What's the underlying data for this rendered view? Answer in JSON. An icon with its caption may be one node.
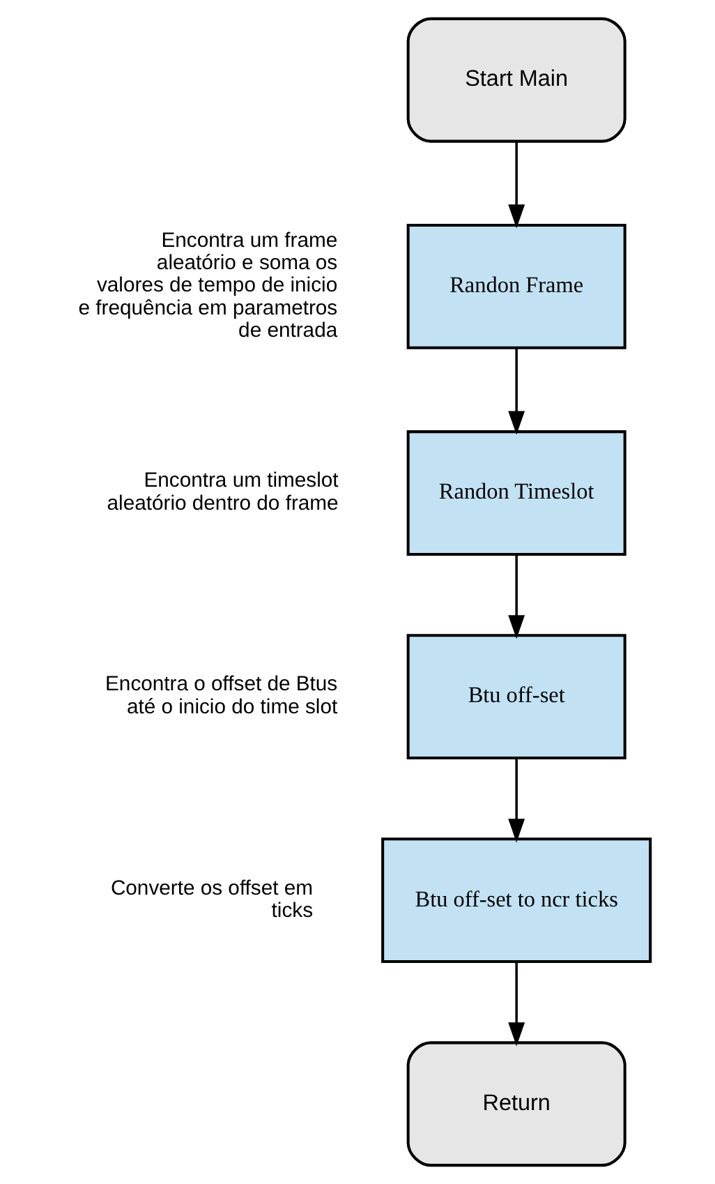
{
  "diagram": {
    "nodes": [
      {
        "text": [
          "Start Main"
        ]
      },
      {
        "text": [
          "Randon Frame"
        ],
        "beside": [
          "Encontra um frame aleatório e soma os valores de tempo de inicio e frequência em parametros de entrada"
        ]
      },
      {
        "text": [
          "Randon Timeslot"
        ],
        "beside": [
          "Encontra um timeslot aleatório dentro do frame"
        ]
      },
      {
        "text": [
          "Btu off-set"
        ],
        "beside": [
          "Encontra o offset de Btus até o inicio do time slot"
        ]
      },
      {
        "text": [
          "Btu off-set to ncr ticks"
        ],
        "beside": [
          "Converte os offset em ticks"
        ]
      },
      {
        "text": [
          "Return"
        ]
      }
    ],
    "edges": [
      {
        "from": 0,
        "to": 1,
        "arrow": "to"
      },
      {
        "from": 1,
        "to": 2,
        "arrow": "to"
      },
      {
        "from": 2,
        "to": 3,
        "arrow": "to"
      },
      {
        "from": 3,
        "to": 4,
        "arrow": "to"
      },
      {
        "from": 4,
        "to": 5,
        "arrow": "to"
      }
    ]
  }
}
